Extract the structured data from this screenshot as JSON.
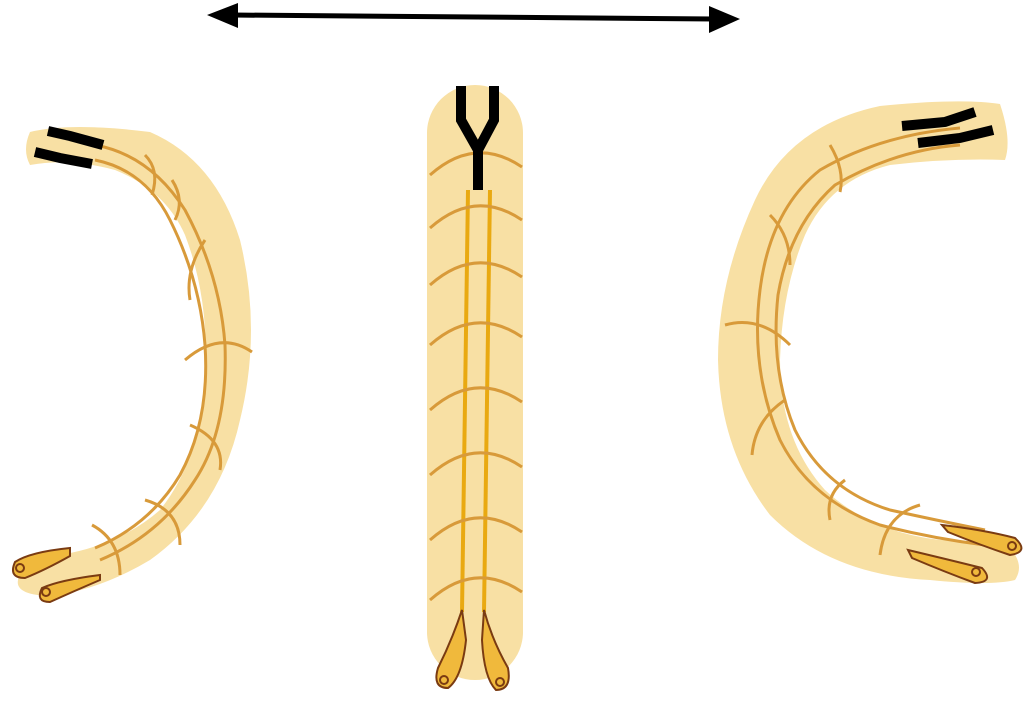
{
  "colors": {
    "background": "#ffffff",
    "body_fill": "#f8e0a4",
    "segment_line": "#d89a3a",
    "center_line": "#e9a911",
    "mandible": "#000000",
    "tail_fill": "#f0b93c",
    "tail_outline": "#7a3b12",
    "arrow": "#000000"
  },
  "figure": {
    "arrow_icon": "double-headed-arrow",
    "larvae": [
      {
        "id": "left",
        "posture": "curved-right"
      },
      {
        "id": "center",
        "posture": "straight"
      },
      {
        "id": "right",
        "posture": "curved-left"
      }
    ]
  }
}
